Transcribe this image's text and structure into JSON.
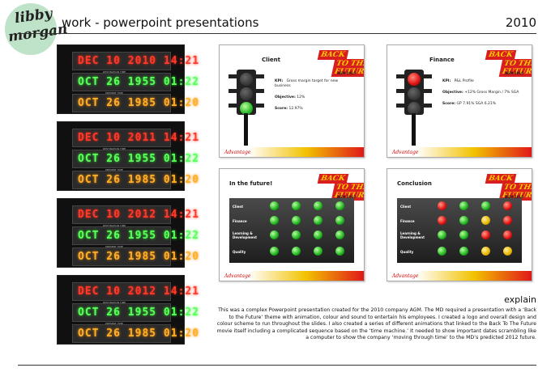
{
  "header": {
    "logo_line1": "libby",
    "logo_line2": "morgan",
    "title": "work - powerpoint presentations",
    "year": "2010"
  },
  "clocks": [
    {
      "rows": [
        {
          "text": "DEC 10 2010 14:21",
          "color": "red",
          "label": "DESTINATION TIME"
        },
        {
          "text": "OCT 26 1955 01:22",
          "color": "green",
          "label": "PRESENT TIME"
        },
        {
          "text": "OCT 26 1985 01:20",
          "color": "amber",
          "label": "LAST TIME DEPARTED"
        }
      ]
    },
    {
      "rows": [
        {
          "text": "DEC 10 2011 14:21",
          "color": "red",
          "label": "DESTINATION TIME"
        },
        {
          "text": "OCT 26 1955 01:22",
          "color": "green",
          "label": "PRESENT TIME"
        },
        {
          "text": "OCT 26 1985 01:20",
          "color": "amber",
          "label": "LAST TIME DEPARTED"
        }
      ]
    },
    {
      "rows": [
        {
          "text": "DEC 10 2012 14:21",
          "color": "red",
          "label": "DESTINATION TIME"
        },
        {
          "text": "OCT 26 1955 01:22",
          "color": "green",
          "label": "PRESENT TIME"
        },
        {
          "text": "OCT 26 1985 01:20",
          "color": "amber",
          "label": "LAST TIME DEPARTED"
        }
      ]
    },
    {
      "rows": [
        {
          "text": "DEC 10 2012 14:21",
          "color": "red",
          "label": "DESTINATION TIME"
        },
        {
          "text": "OCT 26 1955 01:22",
          "color": "green",
          "label": "PRESENT TIME"
        },
        {
          "text": "OCT 26 1985 01:20",
          "color": "amber",
          "label": "LAST TIME DEPARTED"
        }
      ]
    }
  ],
  "slides": {
    "client": {
      "title": "Client",
      "agm": "AGM 2010",
      "kpi_label": "KPI:",
      "kpi_value": "Gross margin target for new business",
      "objective_label": "Objective:",
      "objective_value": "12%",
      "score_label": "Score:",
      "score_value": "12.97%",
      "brand": "Advantage"
    },
    "finance": {
      "title": "Finance",
      "agm": "AGM 2010",
      "kpi_label": "KPI:",
      "kpi_value": "P&L Profile",
      "objective_label": "Objective:",
      "objective_value": "+12% Gross Margin / 7% SGA",
      "score_label": "Score:",
      "score_value": "GP 7.91% SGA 6.21%",
      "brand": "Advantage"
    },
    "future": {
      "title": "In the future!",
      "agm": "AGM 2010",
      "brand": "Advantage",
      "rows": [
        {
          "label": "Client",
          "dots": [
            "g",
            "g",
            "g",
            "g"
          ]
        },
        {
          "label": "Finance",
          "dots": [
            "g",
            "g",
            "g",
            "g"
          ]
        },
        {
          "label": "Learning & Development",
          "dots": [
            "g",
            "g",
            "g",
            "g"
          ]
        },
        {
          "label": "Quality",
          "dots": [
            "g",
            "g",
            "g",
            "g"
          ]
        }
      ]
    },
    "conclusion": {
      "title": "Conclusion",
      "agm": "AGM 2010",
      "brand": "Advantage",
      "rows": [
        {
          "label": "Client",
          "dots": [
            "r",
            "g",
            "g",
            "r"
          ]
        },
        {
          "label": "Finance",
          "dots": [
            "r",
            "g",
            "y",
            "r"
          ]
        },
        {
          "label": "Learning & Development",
          "dots": [
            "g",
            "g",
            "r",
            "r"
          ]
        },
        {
          "label": "Quality",
          "dots": [
            "g",
            "g",
            "y",
            "y"
          ]
        }
      ]
    }
  },
  "bttf": {
    "line1": "BACK",
    "line2": "TO THE FUTURE"
  },
  "explain": {
    "heading": "explain",
    "body": "This was a complex Powerpoint presentation created for the 2010 company AGM. The MD required a presentation with a ‘Back to the Future’ theme with animation, colour and sound to entertain his employees. I created a logo and overall design and colour scheme to run throughout the slides. I also created a series of different animations that linked to the Back To The Future movie itself including a complicated sequence based on the ‘time machine.’ It needed to show important dates scrambling like a computer to show the company ‘moving through time’ to the MD’s predicted 2012 future."
  }
}
